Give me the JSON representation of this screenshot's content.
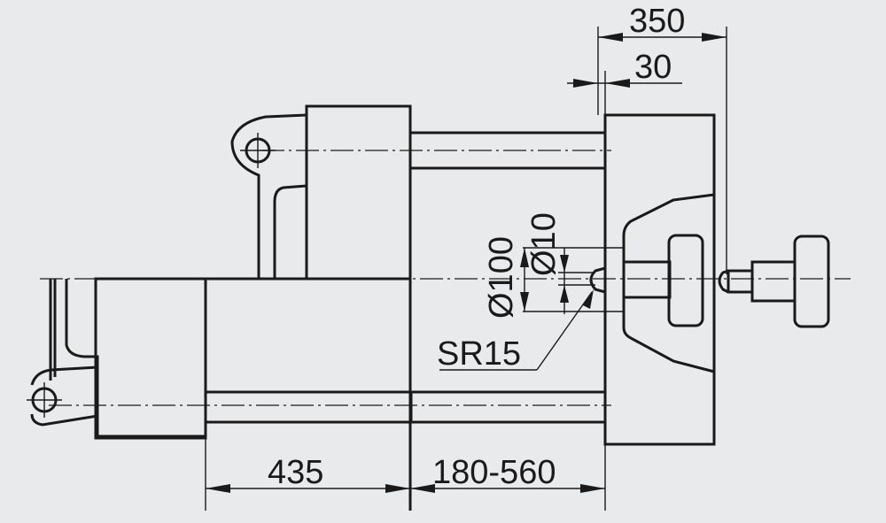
{
  "dimensions": {
    "top_total": "350",
    "top_offset": "30",
    "diameter_large": "Ø100",
    "diameter_small": "Ø10",
    "sphere_radius": "SR15",
    "bottom_left": "435",
    "bottom_right": "180-560"
  },
  "colors": {
    "background": "#e9eaec",
    "line": "#1a1a1a"
  }
}
